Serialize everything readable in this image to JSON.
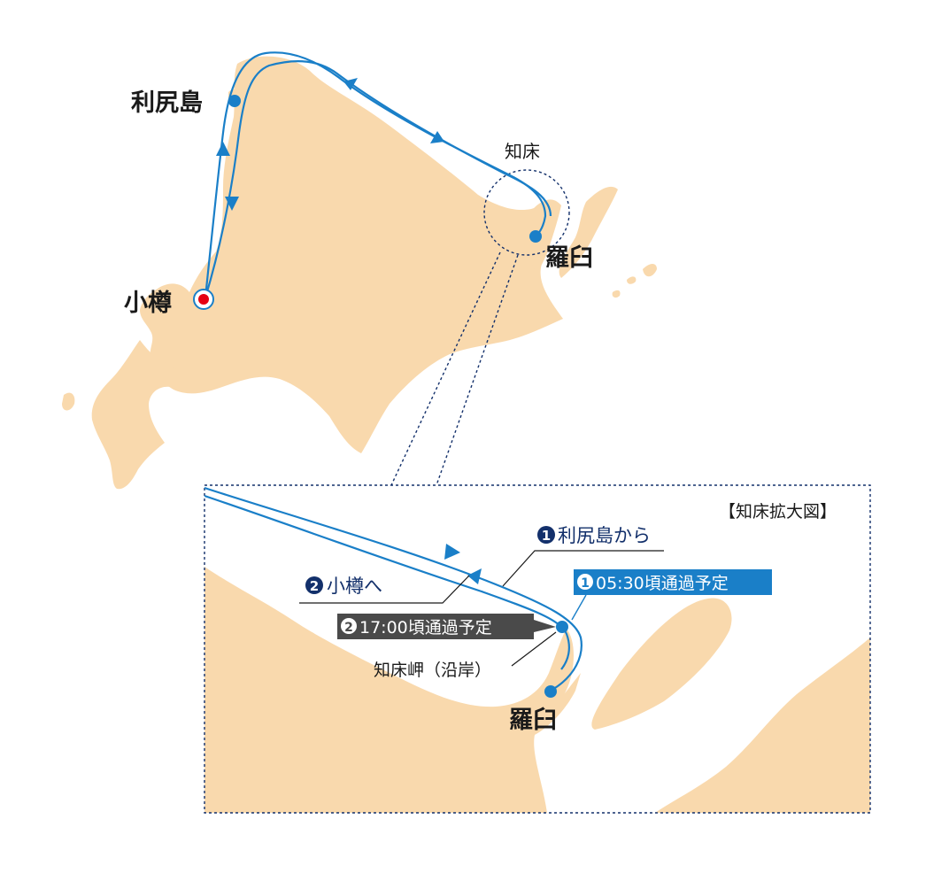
{
  "colors": {
    "land": "#f9d9ad",
    "route": "#1a7fc8",
    "navy": "#13306b",
    "callout_blue": "#1a7fc8",
    "callout_dark": "#4a4a4a",
    "start_marker": "#e60012",
    "text": "#1a1a1a"
  },
  "overview": {
    "ports": {
      "rishiri": "利尻島",
      "otaru": "小樽",
      "rausu": "羅臼"
    },
    "region_label": "知床"
  },
  "inset": {
    "title": "【知床拡大図】",
    "leg1": {
      "num": "1",
      "label": "利尻島から"
    },
    "leg2": {
      "num": "2",
      "label": "小樽へ"
    },
    "pass1": {
      "num": "1",
      "text": "05:30頃通過予定"
    },
    "pass2": {
      "num": "2",
      "text": "17:00頃通過予定"
    },
    "cape": "知床岬（沿岸）",
    "port": "羅臼"
  },
  "icons": {
    "start": "start-port-marker-icon",
    "port": "port-dot-icon",
    "direction": "direction-arrow-icon"
  }
}
